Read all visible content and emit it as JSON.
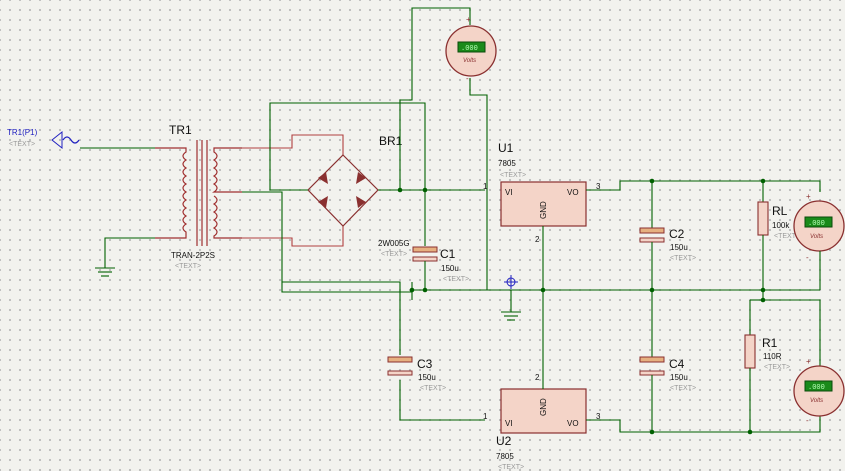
{
  "source": {
    "label": "TR1(P1)",
    "text": "<TEXT>"
  },
  "transformer": {
    "ref": "TR1",
    "part": "TRAN-2P2S",
    "text": "<TEXT>"
  },
  "bridge": {
    "ref": "BR1",
    "part": "2W005G",
    "text": "<TEXT>"
  },
  "u1": {
    "ref": "U1",
    "part": "7805",
    "text": "<TEXT>",
    "vi": "VI",
    "vo": "VO",
    "gnd": "GND",
    "pin1": "1",
    "pin2": "2",
    "pin3": "3"
  },
  "u2": {
    "ref": "U2",
    "part": "7805",
    "text": "<TEXT>",
    "vi": "VI",
    "vo": "VO",
    "gnd": "GND",
    "pin1": "1",
    "pin2": "2",
    "pin3": "3"
  },
  "c1": {
    "ref": "C1",
    "value": "150u",
    "text": "<TEXT>"
  },
  "c2": {
    "ref": "C2",
    "value": "150u",
    "text": "<TEXT>"
  },
  "c3": {
    "ref": "C3",
    "value": "150u",
    "text": "<TEXT>"
  },
  "c4": {
    "ref": "C4",
    "value": "150u",
    "text": "<TEXT>"
  },
  "rl": {
    "ref": "RL",
    "value": "100k",
    "text": "<TEXT>"
  },
  "r1": {
    "ref": "R1",
    "value": "110R",
    "text": "<TEXT>"
  },
  "meters": {
    "unit": "Volts",
    "reading": ".000",
    "plus": "+",
    "minus": "-"
  },
  "colors": {
    "wire": "#006000",
    "component": "#8a3030",
    "fill": "#f4d4c8",
    "display": "#1a8a1a"
  }
}
